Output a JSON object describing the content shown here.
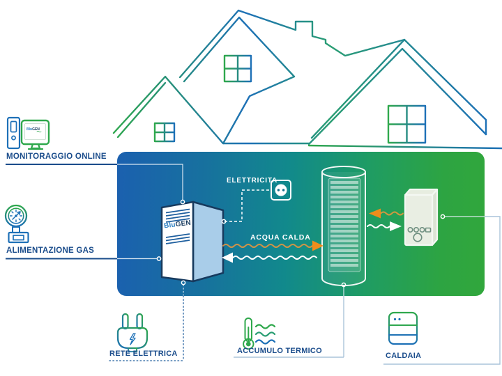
{
  "colors": {
    "brand_green": "#2fa84c",
    "brand_blue": "#1d70b7",
    "label_blue": "#1a4c8b",
    "accent_orange": "#ee8d1c",
    "panel_gradient_left": "#1b60af",
    "panel_gradient_right": "#31a73c"
  },
  "left_labels": {
    "monitoring": "MONITORAGGIO ONLINE",
    "gas": "ALIMENTAZIONE GAS"
  },
  "panel_labels": {
    "electricity": "ELETTRICITA",
    "hot_water": "ACQUA CALDA"
  },
  "bottom_labels": {
    "grid": "RETE ELETTRICA",
    "storage": "ACCUMULO TERMICO",
    "boiler": "CALDAIA"
  },
  "unit": {
    "brand_first": "Blu",
    "brand_second": "GEN"
  },
  "monitor": {
    "screen_brand_first": "Blu",
    "screen_brand_second": "GEN"
  }
}
